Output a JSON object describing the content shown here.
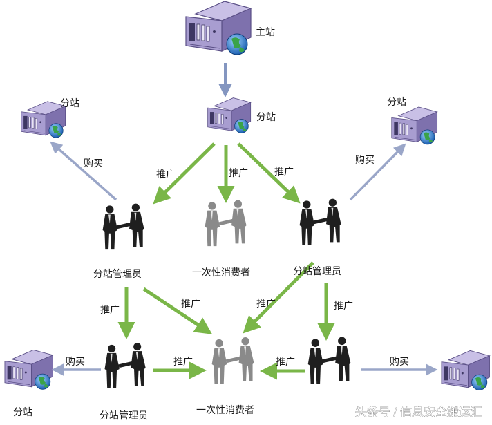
{
  "nodes": {
    "main_station": "主站",
    "sub_station_center": "分站",
    "sub_station_top_left": "分站",
    "sub_station_top_right": "分站",
    "sub_station_bottom_left": "分站",
    "sub_manager_left": "分站管理员",
    "sub_manager_right": "分站管理员",
    "sub_manager_bottom": "分站管理员",
    "consumer_center": "一次性消费者",
    "consumer_bottom": "一次性消费者"
  },
  "edges": {
    "promote": "推广",
    "buy": "购买"
  },
  "colors": {
    "promote_arrow": "#7ab648",
    "buy_arrow": "#9aa6c8",
    "main_arrow": "#8496c0",
    "server_body": "#9b8fbf"
  },
  "watermark": "头条号 / 信息安全搬运汇"
}
